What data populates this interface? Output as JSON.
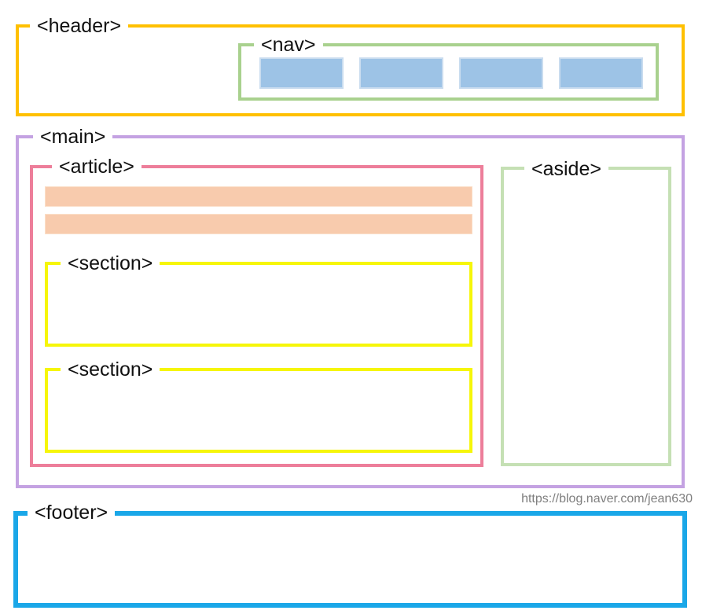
{
  "header": {
    "label": "<header>",
    "border_color": "#ffc000"
  },
  "nav": {
    "label": "<nav>",
    "border_color": "#a9d18e",
    "items_count": 4,
    "item_fill": "#9dc3e6",
    "item_edge": "#c9dcef"
  },
  "main": {
    "label": "<main>",
    "border_color": "#c4a2e2"
  },
  "article": {
    "label": "<article>",
    "border_color": "#ed7e9a",
    "bars_count": 2,
    "bar_fill": "#f8cbad"
  },
  "sections": [
    {
      "label": "<section>",
      "border_color": "#f6f609"
    },
    {
      "label": "<section>",
      "border_color": "#f6f609"
    }
  ],
  "aside": {
    "label": "<aside>",
    "border_color": "#c5e0b4"
  },
  "footer": {
    "label": "<footer>",
    "border_color": "#1aa7e8"
  },
  "watermark": {
    "url_text": "https://blog.naver.com/jean630",
    "color": "#7f7f7f"
  },
  "text_color": "#111111"
}
